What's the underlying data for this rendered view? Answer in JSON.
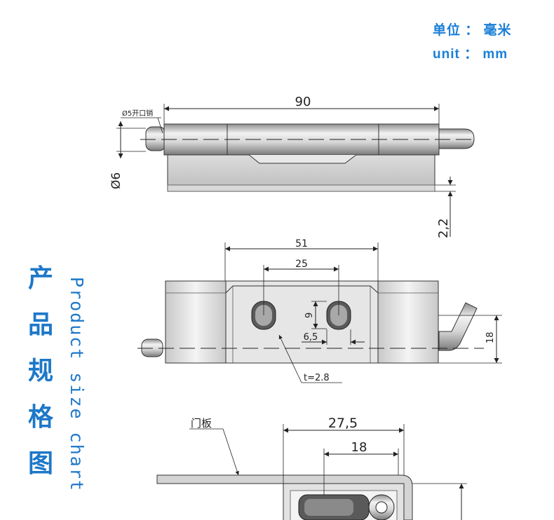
{
  "units": {
    "cn": "单位 ： 毫米",
    "en": "unit ： mm"
  },
  "side_title": {
    "cn": [
      "产",
      "品",
      "规",
      "格",
      "图"
    ],
    "en": "Product size chart"
  },
  "top_view": {
    "length": "90",
    "pin_label": "Ø5开口销",
    "pin_dia": "Ø6",
    "thickness": "2,2"
  },
  "front_view": {
    "hole_span_outer": "51",
    "hole_span_inner": "25",
    "slot_height": "9",
    "slot_width": "6,5",
    "height": "18",
    "plate_thickness": "t=2.8"
  },
  "section_view": {
    "door_label": "门板",
    "width_outer": "27,5",
    "width_inner": "18"
  }
}
